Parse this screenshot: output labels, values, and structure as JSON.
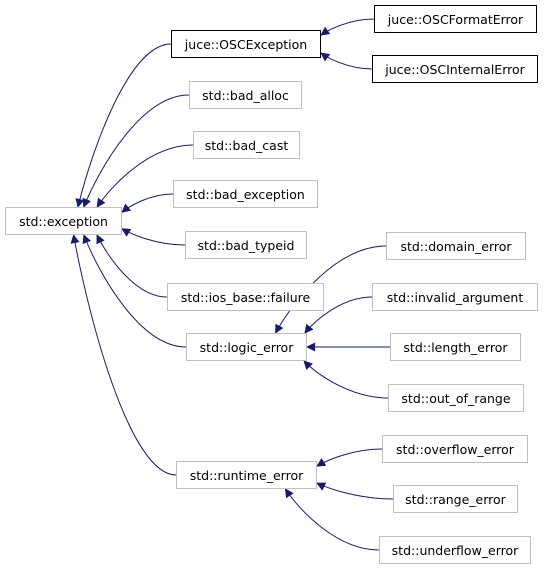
{
  "colors": {
    "edge": "#191970",
    "node_border_default": "#bfbfbf",
    "node_border_strong": "#000000"
  },
  "nodes": {
    "std_exception": "std::exception",
    "osc_exception": "juce::OSCException",
    "osc_format_error": "juce::OSCFormatError",
    "osc_internal_error": "juce::OSCInternalError",
    "bad_alloc": "std::bad_alloc",
    "bad_cast": "std::bad_cast",
    "bad_exception": "std::bad_exception",
    "bad_typeid": "std::bad_typeid",
    "ios_base_failure": "std::ios_base::failure",
    "logic_error": "std::logic_error",
    "domain_error": "std::domain_error",
    "invalid_argument": "std::invalid_argument",
    "length_error": "std::length_error",
    "out_of_range": "std::out_of_range",
    "runtime_error": "std::runtime_error",
    "overflow_error": "std::overflow_error",
    "range_error": "std::range_error",
    "underflow_error": "std::underflow_error"
  },
  "edges": [
    [
      "osc_exception",
      "std_exception"
    ],
    [
      "bad_alloc",
      "std_exception"
    ],
    [
      "bad_cast",
      "std_exception"
    ],
    [
      "bad_exception",
      "std_exception"
    ],
    [
      "bad_typeid",
      "std_exception"
    ],
    [
      "ios_base_failure",
      "std_exception"
    ],
    [
      "logic_error",
      "std_exception"
    ],
    [
      "runtime_error",
      "std_exception"
    ],
    [
      "osc_format_error",
      "osc_exception"
    ],
    [
      "osc_internal_error",
      "osc_exception"
    ],
    [
      "domain_error",
      "logic_error"
    ],
    [
      "invalid_argument",
      "logic_error"
    ],
    [
      "length_error",
      "logic_error"
    ],
    [
      "out_of_range",
      "logic_error"
    ],
    [
      "overflow_error",
      "runtime_error"
    ],
    [
      "range_error",
      "runtime_error"
    ],
    [
      "underflow_error",
      "runtime_error"
    ]
  ]
}
